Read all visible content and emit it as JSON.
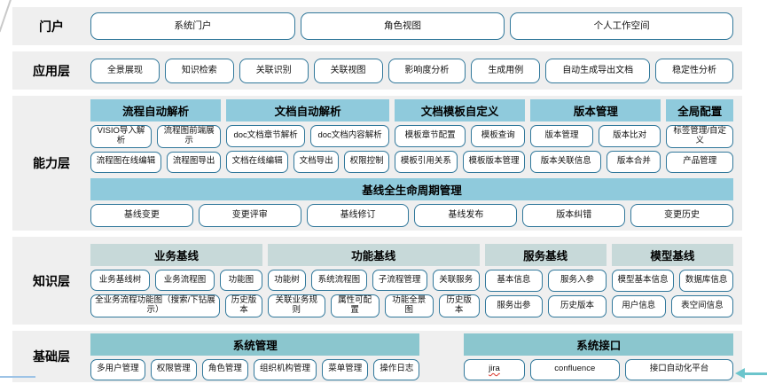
{
  "colors": {
    "band_bg": "#efefef",
    "capability_header": "#8fcadc",
    "knowledge_header": "#c7d9d9",
    "base_header": "#8bc6ce",
    "button_border": "#31789b",
    "accent_line": "#9dc3e6",
    "arrow": "#6cc5cc"
  },
  "portal": {
    "label": "门户",
    "items": [
      "系统门户",
      "角色视图",
      "个人工作空间"
    ]
  },
  "application": {
    "label": "应用层",
    "items": [
      "全景展现",
      "知识检索",
      "关联识别",
      "关联视图",
      "影响度分析",
      "生成用例",
      "自动生成导出文档",
      "稳定性分析"
    ]
  },
  "capability": {
    "label": "能力层",
    "groups": [
      {
        "title": "流程自动解析",
        "rows": [
          [
            "VISIO导入解析",
            "流程图前端展示"
          ],
          [
            "流程图在线编辑",
            "流程图导出"
          ]
        ]
      },
      {
        "title": "文档自动解析",
        "rows": [
          [
            "doc文档章节解析",
            "doc文档内容解析"
          ],
          [
            "文档在线编辑",
            "文档导出",
            "权限控制"
          ]
        ]
      },
      {
        "title": "文档模板自定义",
        "rows": [
          [
            "模板章节配置",
            "模板查询"
          ],
          [
            "模板引用关系",
            "模板版本管理"
          ]
        ]
      },
      {
        "title": "版本管理",
        "rows": [
          [
            "版本管理",
            "版本比对"
          ],
          [
            "版本关联信息",
            "版本合并"
          ]
        ]
      },
      {
        "title": "全局配置",
        "rows": [
          [
            "标签管理/自定义"
          ],
          [
            "产品管理"
          ]
        ]
      }
    ],
    "baseline": {
      "title": "基线全生命周期管理",
      "items": [
        "基线变更",
        "变更评审",
        "基线修订",
        "基线发布",
        "版本纠错",
        "变更历史"
      ]
    }
  },
  "knowledge": {
    "label": "知识层",
    "groups": [
      {
        "title": "业务基线",
        "rows": [
          [
            "业务基线树",
            "业务流程图",
            "功能图"
          ],
          [
            "全业务流程功能图（搜索/下钻展示）",
            "历史版本"
          ]
        ]
      },
      {
        "title": "功能基线",
        "rows": [
          [
            "功能树",
            "系统流程图",
            "子流程管理",
            "关联服务"
          ],
          [
            "关联业务规则",
            "属性可配置",
            "功能全景图",
            "历史版本"
          ]
        ]
      },
      {
        "title": "服务基线",
        "rows": [
          [
            "基本信息",
            "服务入参"
          ],
          [
            "服务出参",
            "历史版本"
          ]
        ]
      },
      {
        "title": "模型基线",
        "rows": [
          [
            "模型基本信息",
            "数据库信息"
          ],
          [
            "用户信息",
            "表空间信息"
          ]
        ]
      }
    ]
  },
  "base": {
    "label": "基础层",
    "groups": [
      {
        "title": "系统管理",
        "rows": [
          [
            "多用户管理",
            "权限管理",
            "角色管理",
            "组织机构管理",
            "菜单管理",
            "操作日志"
          ]
        ]
      },
      {
        "title": "系统接口",
        "rows": [
          [
            {
              "label": "jira",
              "spellcheck": true
            },
            "confluence",
            "接口自动化平台"
          ]
        ]
      }
    ]
  }
}
